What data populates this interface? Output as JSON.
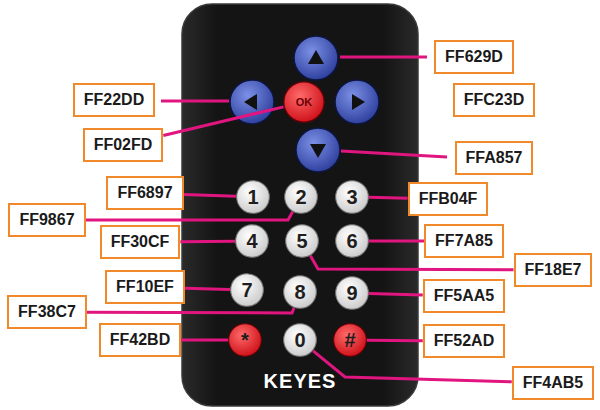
{
  "diagram": {
    "nodes": [
      {
        "text": [
          "FF629D"
        ]
      },
      {
        "text": [
          "FF22DD"
        ]
      },
      {
        "text": [
          "FFC23D"
        ]
      },
      {
        "text": [
          "OK"
        ]
      },
      {
        "text": [
          "FF02FD"
        ]
      },
      {
        "text": [
          "FFA857"
        ]
      },
      {
        "text": [
          "FF6897"
        ]
      },
      {
        "text": [
          "1"
        ]
      },
      {
        "text": [
          "2"
        ]
      },
      {
        "text": [
          "3"
        ]
      },
      {
        "text": [
          "FFB04F"
        ]
      },
      {
        "text": [
          "FF9867"
        ]
      },
      {
        "text": [
          "FF30CF"
        ]
      },
      {
        "text": [
          "4"
        ]
      },
      {
        "text": [
          "5"
        ]
      },
      {
        "text": [
          "6"
        ]
      },
      {
        "text": [
          "FF7A85"
        ]
      },
      {
        "text": [
          "FF18E7"
        ]
      },
      {
        "text": [
          "FF10EF"
        ]
      },
      {
        "text": [
          "7"
        ]
      },
      {
        "text": [
          "8"
        ]
      },
      {
        "text": [
          "9"
        ]
      },
      {
        "text": [
          "FF5AA5"
        ]
      },
      {
        "text": [
          "FF38C7"
        ]
      },
      {
        "text": [
          "FF42BD"
        ]
      },
      {
        "text": [
          "*"
        ]
      },
      {
        "text": [
          "0"
        ]
      },
      {
        "text": [
          "#"
        ]
      },
      {
        "text": [
          "FF52AD"
        ]
      },
      {
        "text": [
          "FF4AB5"
        ]
      }
    ],
    "edges": [
      {
        "from": 4,
        "to": 3,
        "arrow": "none"
      },
      {
        "from": 6,
        "to": 7,
        "arrow": "none"
      },
      {
        "from": 11,
        "to": 8,
        "arrow": "none"
      },
      {
        "from": 10,
        "to": 9,
        "arrow": "none"
      },
      {
        "from": 12,
        "to": 13,
        "arrow": "none"
      },
      {
        "from": 17,
        "to": 14,
        "arrow": "none"
      },
      {
        "from": 16,
        "to": 15,
        "arrow": "none"
      },
      {
        "from": 18,
        "to": 19,
        "arrow": "none"
      },
      {
        "from": 23,
        "to": 20,
        "arrow": "none"
      },
      {
        "from": 22,
        "to": 21,
        "arrow": "none"
      },
      {
        "from": 24,
        "to": 25,
        "arrow": "none"
      },
      {
        "from": 29,
        "to": 26,
        "arrow": "none"
      },
      {
        "from": 28,
        "to": 27,
        "arrow": "none"
      }
    ],
    "labels": [
      "KEYES"
    ]
  }
}
